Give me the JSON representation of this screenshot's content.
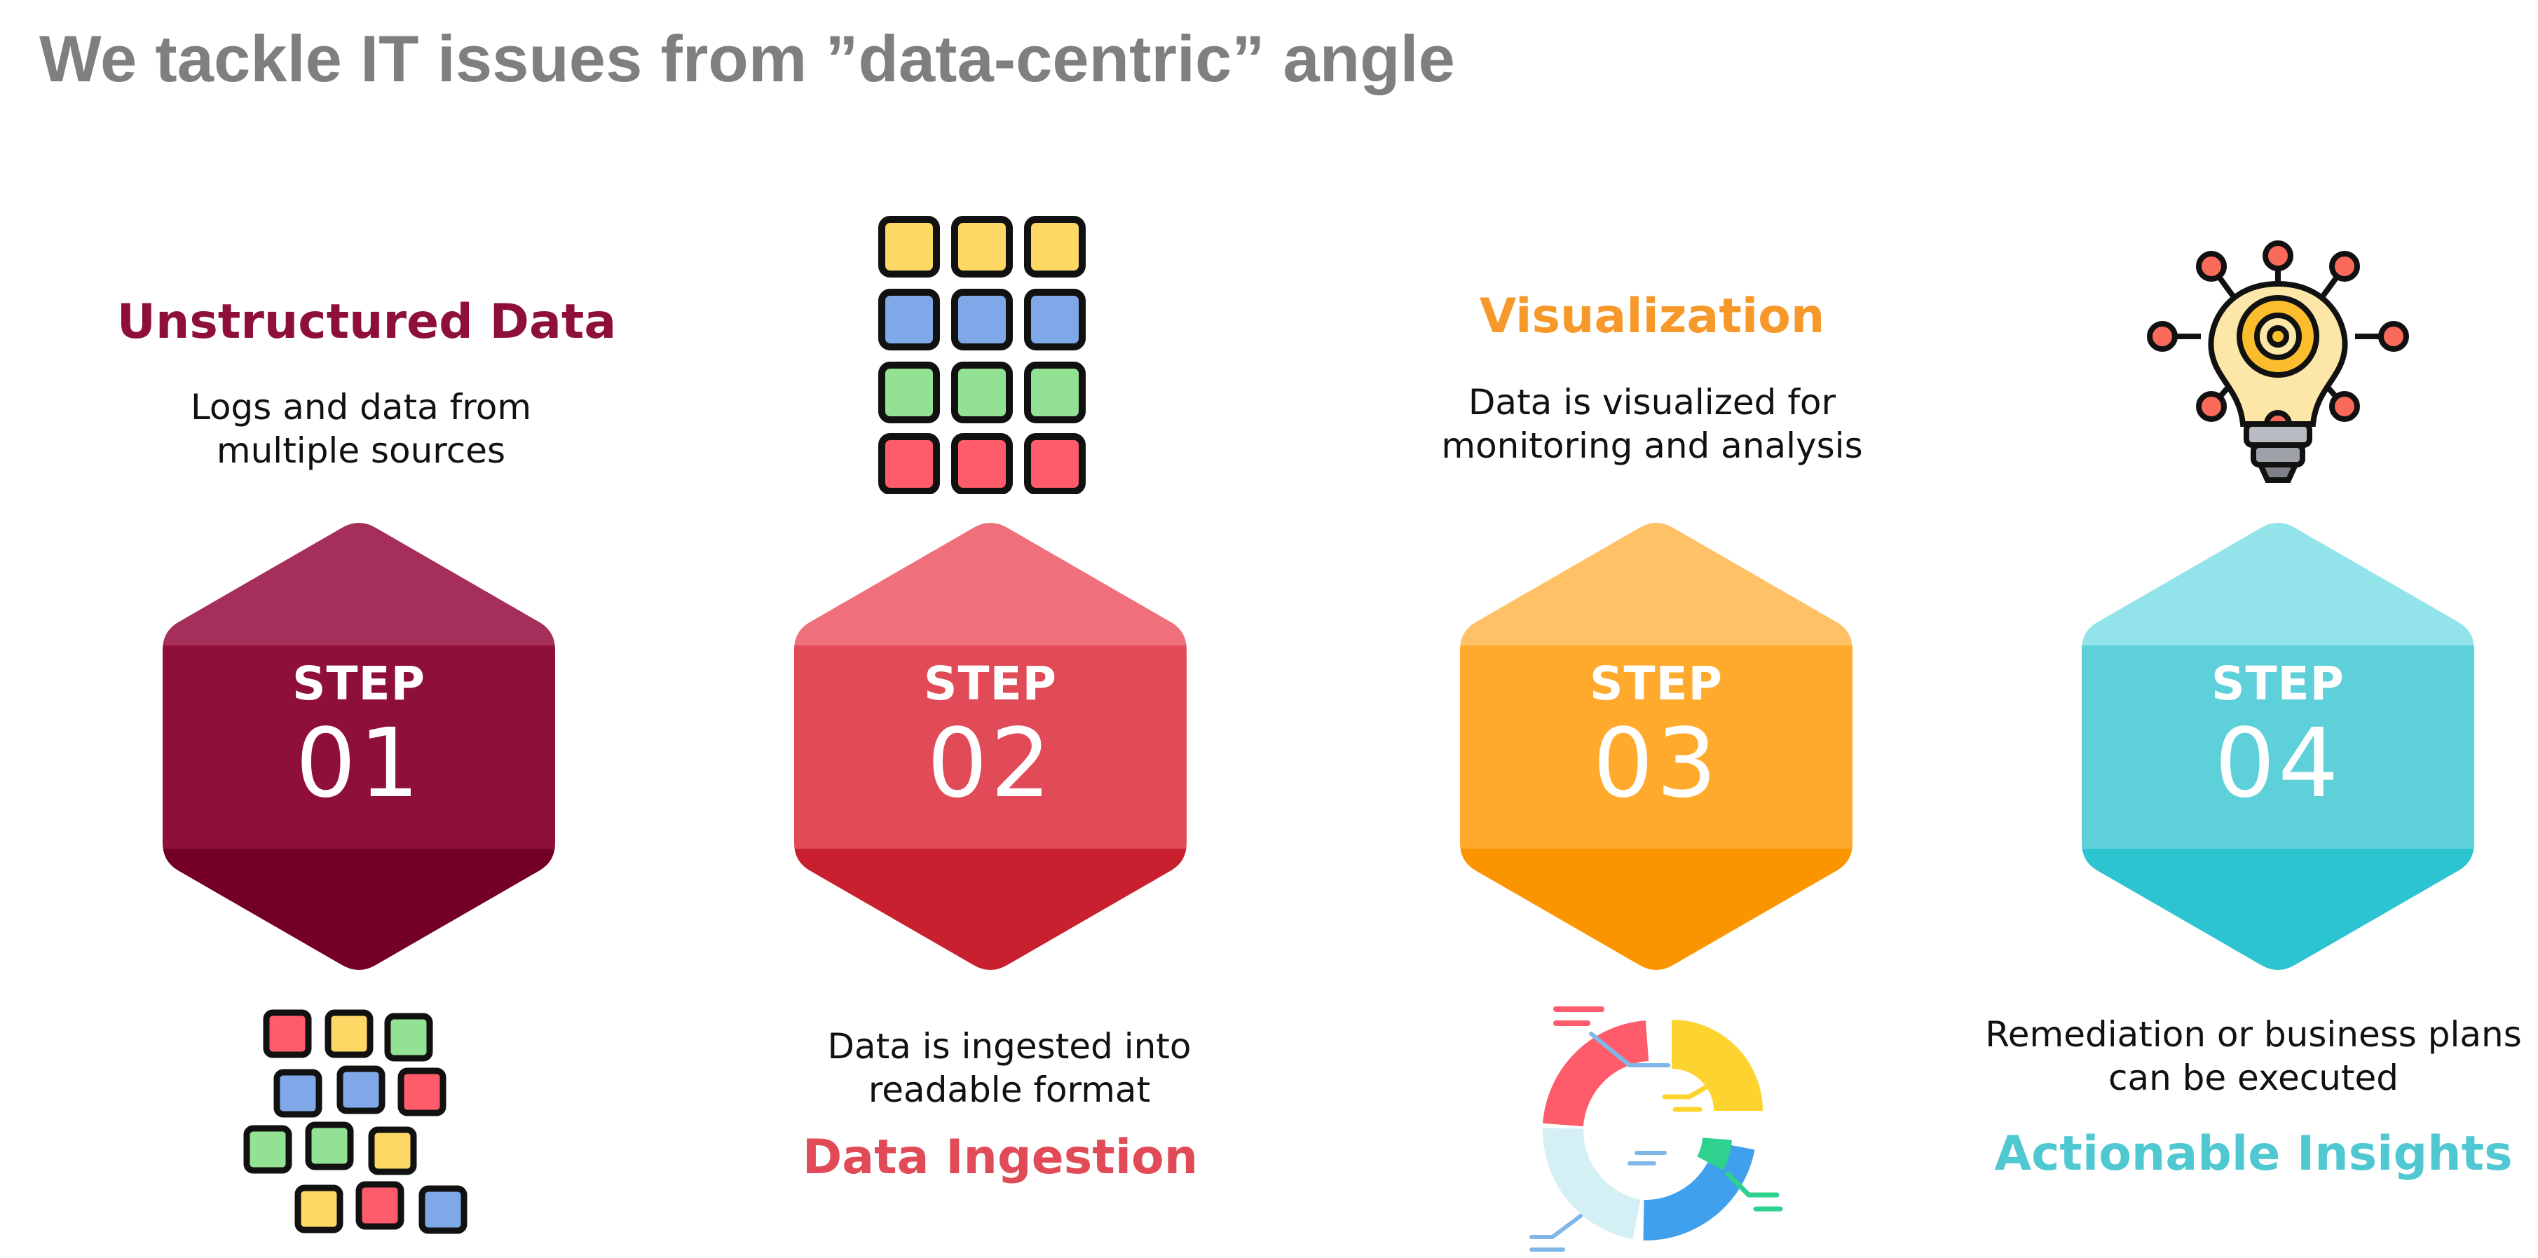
{
  "title": "We tackle IT issues from ”data-centric” angle",
  "steps": [
    {
      "step_label": "STEP",
      "number": "01",
      "title": "Unstructured Data",
      "description": [
        "Logs and data from",
        "multiple sources"
      ],
      "color_top": "#a62e5a",
      "color_mid": "#8e1038",
      "color_bottom": "#74002a",
      "title_color": "#8e1038",
      "icon": "scattered-data-blocks-icon"
    },
    {
      "step_label": "STEP",
      "number": "02",
      "title": "Data Ingestion",
      "description": [
        "Data is ingested into",
        "readable format"
      ],
      "color_top": "#ef6f7a",
      "color_mid": "#e04b57",
      "color_bottom": "#c9202f",
      "title_color": "#e04b57",
      "icon": "structured-data-grid-icon"
    },
    {
      "step_label": "STEP",
      "number": "03",
      "title": "Visualization",
      "description": [
        "Data is visualized for",
        "monitoring and analysis"
      ],
      "color_top": "#ffc165",
      "color_mid": "#ffaa2c",
      "color_bottom": "#fa9500",
      "title_color": "#f7992a",
      "icon": "donut-chart-icon"
    },
    {
      "step_label": "STEP",
      "number": "04",
      "title": "Actionable Insights",
      "description": [
        "Remediation or business plans",
        "can be executed"
      ],
      "color_top": "#92e3ea",
      "color_mid": "#5ed0d9",
      "color_bottom": "#2cc4d1",
      "title_color": "#4fc8d2",
      "icon": "lightbulb-gear-icon"
    }
  ]
}
